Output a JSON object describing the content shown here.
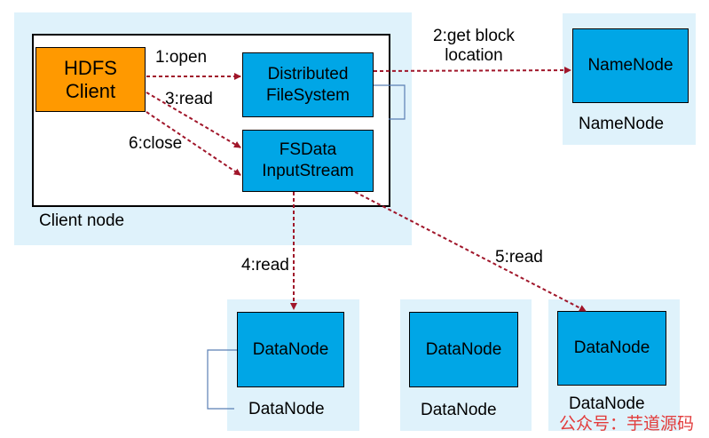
{
  "diagram": {
    "client_node_label": "Client node",
    "hdfs_client": [
      "HDFS",
      "Client"
    ],
    "distributed_fs": [
      "Distributed",
      "FileSystem"
    ],
    "fsdata_stream": [
      "FSData",
      "InputStream"
    ],
    "namenode_box": "NameNode",
    "namenode_label": "NameNode",
    "datanodes": [
      {
        "box": "DataNode",
        "label": "DataNode"
      },
      {
        "box": "DataNode",
        "label": "DataNode"
      },
      {
        "box": "DataNode",
        "label": "DataNode"
      }
    ],
    "steps": {
      "open": "1:open",
      "get_block_location": [
        "2:get block",
        "location"
      ],
      "read_3": "3:read",
      "read_4": "4:read",
      "read_5": "5:read",
      "close": "6:close"
    },
    "watermark": "公众号：芋道源码"
  },
  "colors": {
    "region": "#dff2fb",
    "node_blue": "#00a6e6",
    "client_orange": "#ff9900",
    "arrow": "#a0162a",
    "watermark": "#e23b3b"
  }
}
